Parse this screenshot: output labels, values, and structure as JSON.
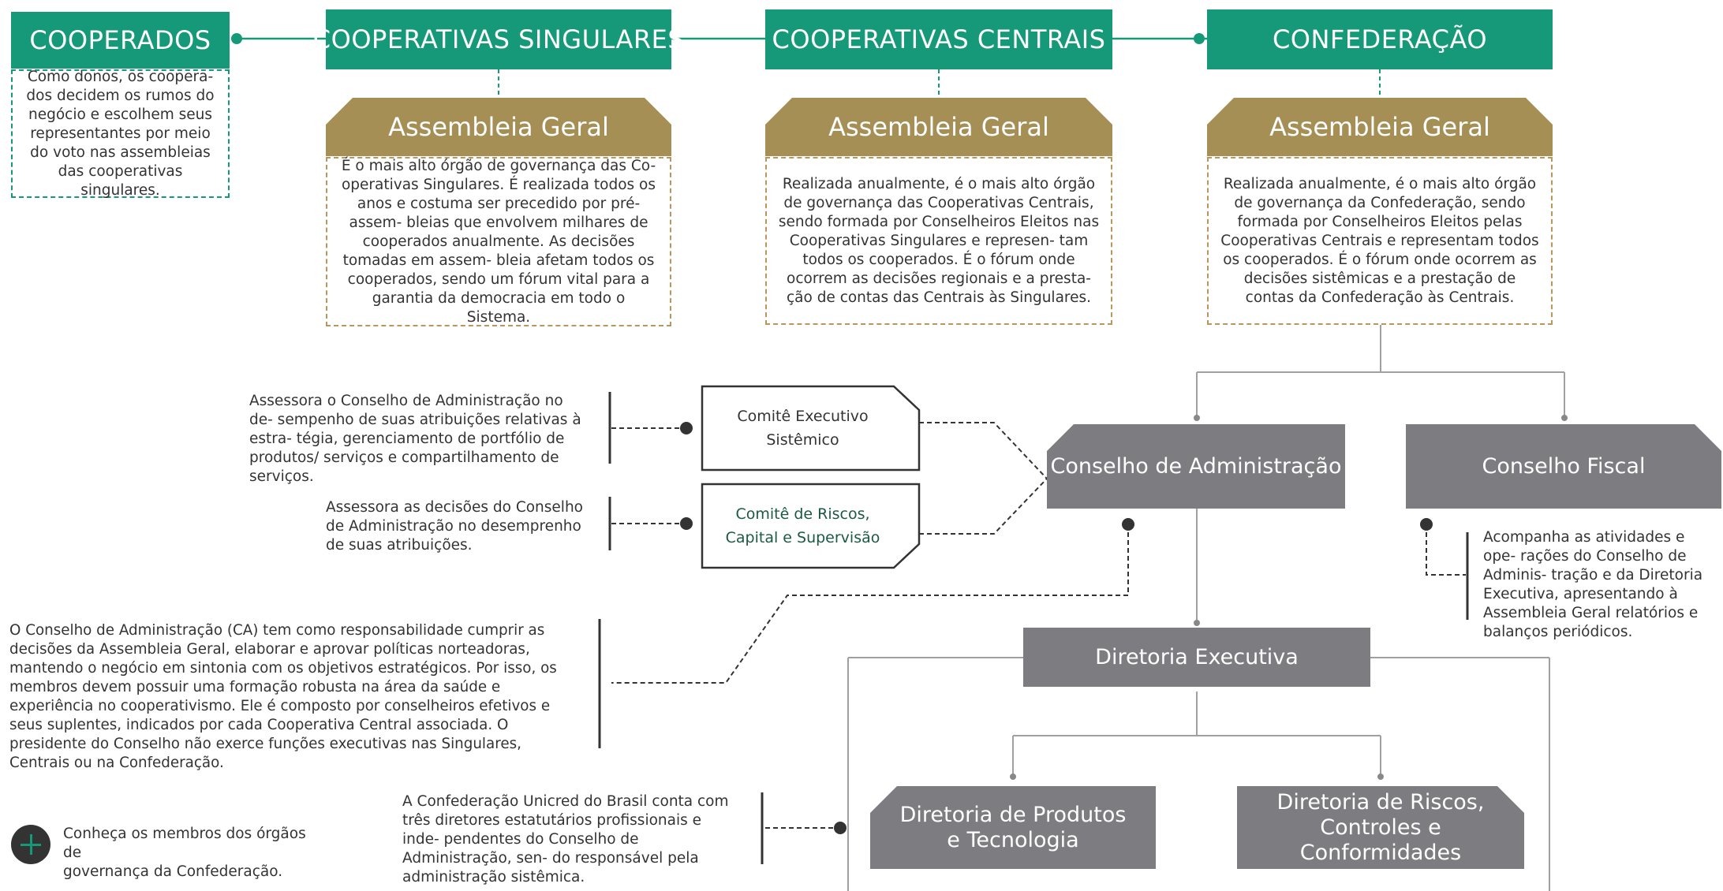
{
  "colors": {
    "green": "#169978",
    "gold": "#a68f55",
    "gold_border": "#b8965c",
    "gray": "#7d7d81",
    "text": "#333333",
    "committee_text_green": "#1a5a45"
  },
  "top_row": {
    "cooperados": {
      "title": "COOPERADOS",
      "description": "Como donos, os coopera- dos decidem os rumos do negócio e escolhem seus representantes por meio do voto nas assembleias das cooperativas singulares."
    },
    "singulares": {
      "title": "COOPERATIVAS SINGULARES",
      "assembly_title": "Assembleia Geral",
      "assembly_text": "É o mais alto órgão de governança das Co- operativas Singulares. É realizada todos os anos e costuma ser precedido por pré-assem- bleias que envolvem milhares de cooperados anualmente. As decisões tomadas em assem- bleia afetam todos os cooperados, sendo um fórum vital para a garantia da democracia em todo o Sistema."
    },
    "centrais": {
      "title": "COOPERATIVAS CENTRAIS",
      "assembly_title": "Assembleia Geral",
      "assembly_text": "Realizada anualmente, é o mais alto órgão de governança das Cooperativas Centrais, sendo formada por Conselheiros Eleitos nas Cooperativas Singulares e represen- tam todos os cooperados. É o fórum onde ocorrem as decisões regionais e a presta- ção de contas das Centrais às Singulares."
    },
    "confederacao": {
      "title": "CONFEDERAÇÃO",
      "assembly_title": "Assembleia Geral",
      "assembly_text": "Realizada anualmente, é o mais alto órgão de governança da Confederação, sendo formada por Conselheiros Eleitos pelas Cooperativas Centrais e representam todos os cooperados. É o fórum onde ocorrem as decisões sistêmicas e a prestação de contas da Confederação às Centrais."
    }
  },
  "committees": {
    "executivo": {
      "label_line1": "Comitê Executivo",
      "label_line2": "Sistêmico",
      "description": "Assessora o Conselho de Administração no de- sempenho de suas atribuições relativas à estra- tégia, gerenciamento de portfólio de produtos/ serviços e compartilhamento de serviços."
    },
    "riscos": {
      "label_line1": "Comitê de Riscos,",
      "label_line2": "Capital e Supervisão",
      "description": "Assessora as decisões do Conselho de Administração no desemprenho de suas atribuições."
    }
  },
  "conselho_admin": {
    "title": "Conselho de Administração",
    "description": "O Conselho de Administração (CA) tem como responsabilidade cumprir as decisões da Assembleia Geral, elaborar e aprovar políticas norteadoras, mantendo o negócio em sintonia com os objetivos estratégicos. Por isso, os membros devem possuir uma formação robusta na área da saúde e experiência no cooperativismo. Ele é composto por conselheiros efetivos e seus suplentes, indicados por cada Cooperativa Central associada. O presidente do Conselho não exerce funções executivas nas Singulares, Centrais ou na Confederação."
  },
  "conselho_fiscal": {
    "title": "Conselho Fiscal",
    "description": "Acompanha as atividades e ope- rações do Conselho de Adminis- tração e da Diretoria Executiva, apresentando à Assembleia Geral relatórios e balanços periódicos."
  },
  "diretoria_executiva": {
    "title": "Diretoria Executiva",
    "description": "A Confederação Unicred do Brasil conta com três diretores estatutários profissionais e inde- pendentes do Conselho de Administração, sen- do responsável pela administração sistêmica."
  },
  "diretorias": {
    "produtos": {
      "line1": "Diretoria de Produtos",
      "line2": "e Tecnologia"
    },
    "riscos": {
      "line1": "Diretoria de Riscos,",
      "line2": "Controles e Conformidades"
    }
  },
  "members_link": {
    "text_line1": "Conheça os membros dos órgãos de",
    "text_line2": "governança da Confederação.",
    "icon": "plus-icon"
  }
}
